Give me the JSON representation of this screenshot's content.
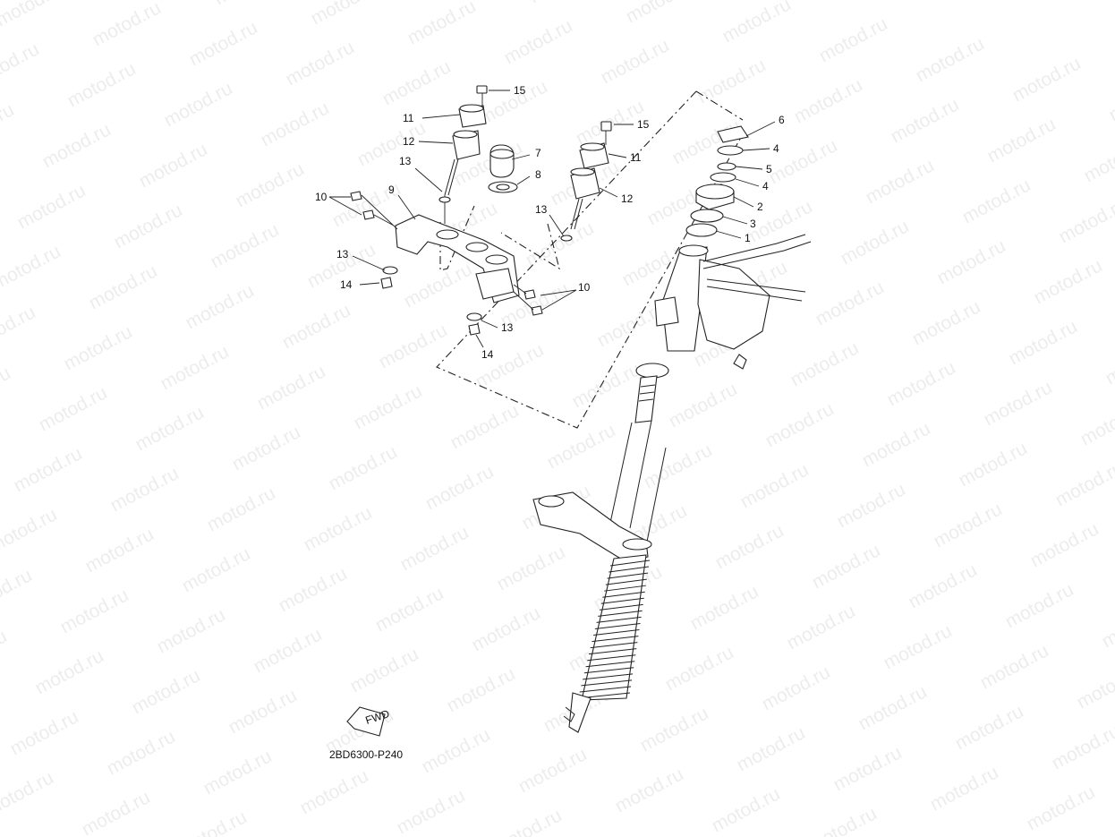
{
  "watermark": {
    "text": "motod.ru"
  },
  "diagram_code": "2BD6300-P240",
  "fwd_label": "FWD",
  "callouts": {
    "c1": "1",
    "c2": "2",
    "c3": "3",
    "c4a": "4",
    "c4b": "4",
    "c5": "5",
    "c6": "6",
    "c7": "7",
    "c8": "8",
    "c9": "9",
    "c10a": "10",
    "c10b": "10",
    "c11a": "11",
    "c11b": "11",
    "c12a": "12",
    "c12b": "12",
    "c13a": "13",
    "c13b": "13",
    "c13c": "13",
    "c13d": "13",
    "c14a": "14",
    "c14b": "14",
    "c15a": "15",
    "c15b": "15"
  }
}
